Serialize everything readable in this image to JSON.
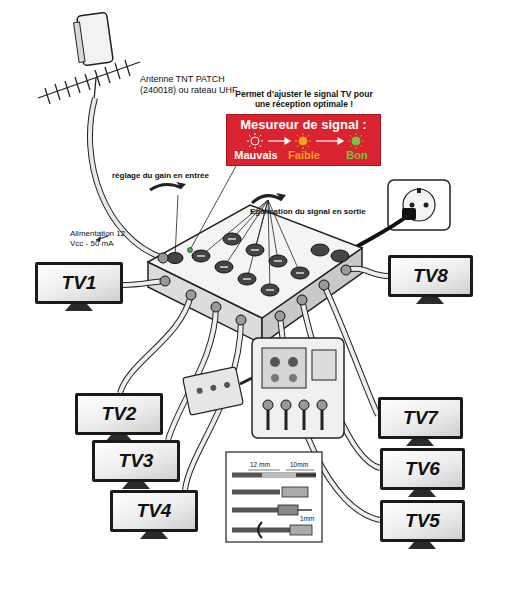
{
  "diagram": {
    "nodes": [
      {
        "text": [
          "Mesureur de signal :",
          "Mauvais",
          "Faible",
          "Bon"
        ]
      },
      {
        "text": [
          "TV1"
        ]
      },
      {
        "text": [
          "TV8"
        ]
      },
      {
        "text": [
          "TV2"
        ]
      },
      {
        "text": [
          "TV7"
        ]
      },
      {
        "text": [
          "TV3"
        ]
      },
      {
        "text": [
          "TV6"
        ]
      },
      {
        "text": [
          "TV4"
        ]
      },
      {
        "text": [
          "TV5"
        ]
      }
    ],
    "labels": [
      "Antenne TNT PATCH (240018) ou rateau UHF",
      "Permet d’ajuster le signal TV pour une réception optimale !",
      "réglage du gain en entrée",
      "Egalisation du signal en sortie",
      "Alimentation 12 Vcc - 50 mA",
      "12 mm",
      "10mm",
      "1mm"
    ]
  }
}
